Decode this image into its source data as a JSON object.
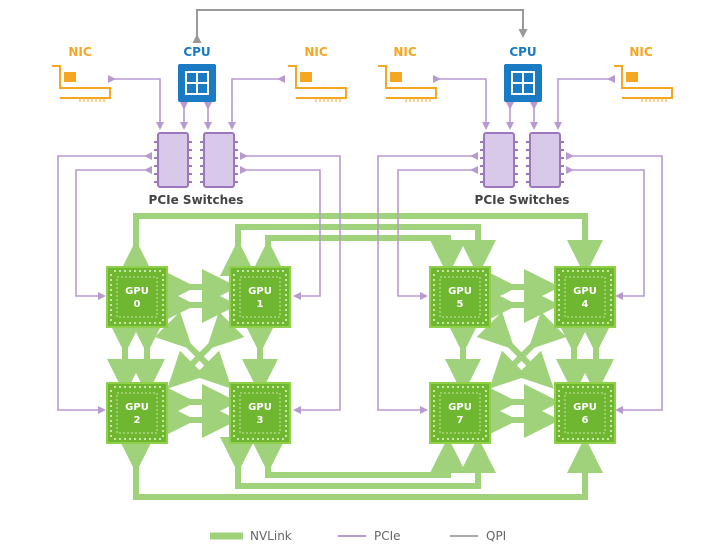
{
  "colors": {
    "nvlink": "#9fd27a",
    "gpu_fill": "#6fb631",
    "gpu_border": "#8fd04a",
    "gpu_dots": "#c9e8a6",
    "pcie": "#b89ad0",
    "pcie_switch_fill": "#d9c9e8",
    "pcie_switch_border": "#9b78bd",
    "cpu_fill": "#1a7ac4",
    "cpu_text": "#1a7ac4",
    "nic": "#f5a623",
    "qpi": "#999999",
    "label_dark": "#444444"
  },
  "labels": {
    "cpu": "CPU",
    "nic": "NIC",
    "pcie_switches": "PCIe Switches",
    "gpu": "GPU"
  },
  "gpus": [
    {
      "id": "0"
    },
    {
      "id": "1"
    },
    {
      "id": "2"
    },
    {
      "id": "3"
    },
    {
      "id": "4"
    },
    {
      "id": "5"
    },
    {
      "id": "6"
    },
    {
      "id": "7"
    }
  ],
  "legend": {
    "nvlink": "NVLink",
    "pcie": "PCIe",
    "qpi": "QPI"
  }
}
